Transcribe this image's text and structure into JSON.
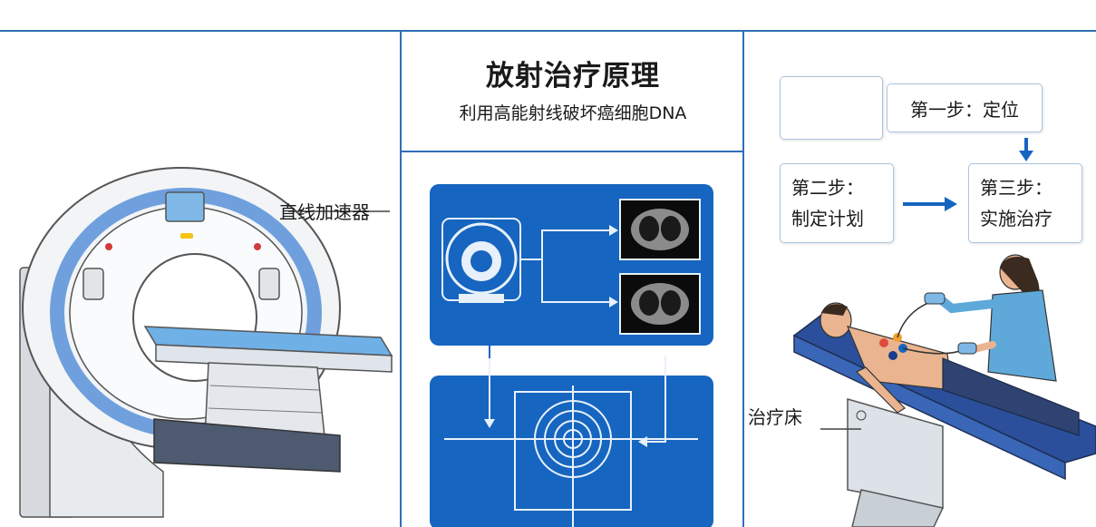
{
  "header": {
    "title": "放射治疗原理",
    "subtitle": "利用高能射线破坏癌细胞DNA"
  },
  "labels": {
    "linac": "直线加速器",
    "bed": "治疗床"
  },
  "steps": {
    "step1": "第一步：定位",
    "step2_line1": "第二步：",
    "step2_line2": "制定计划",
    "step3_line1": "第三步：",
    "step3_line2": "实施治疗"
  },
  "colors": {
    "accent": "#2f6fb7",
    "panel": "#1665c0",
    "machine_ring": "#6fa0dd",
    "bed": "#2b4f9a"
  }
}
